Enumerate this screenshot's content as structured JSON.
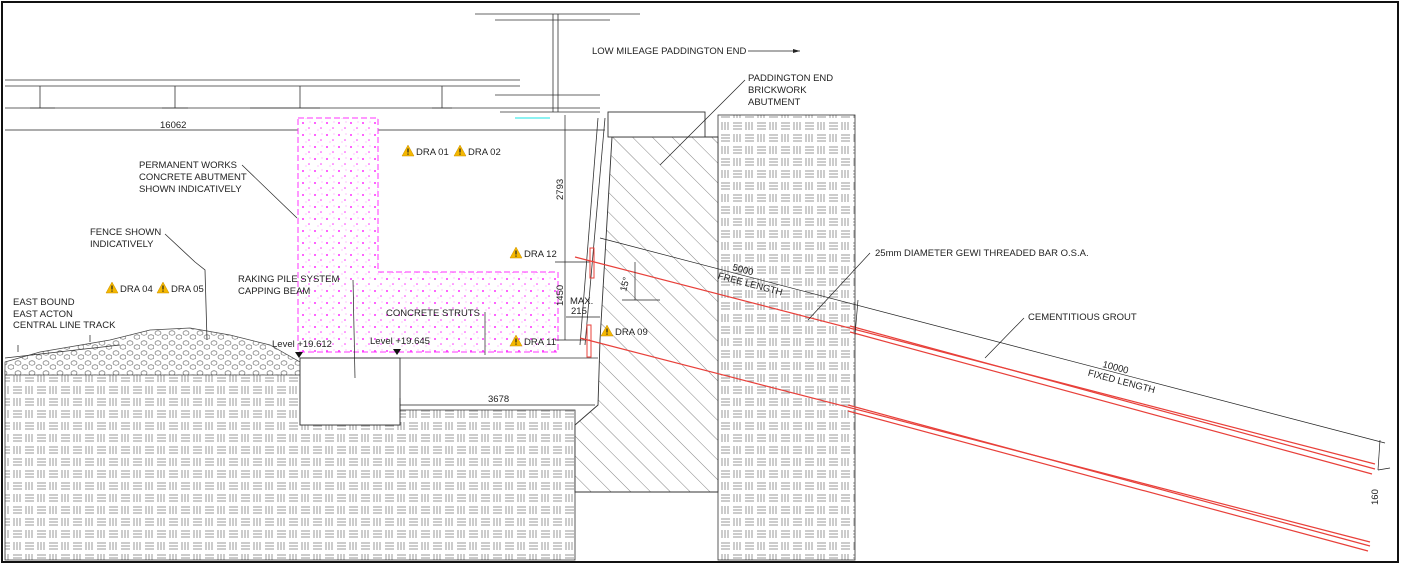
{
  "title_direction": "LOW MILEAGE PADDINGTON END",
  "labels": {
    "abutment": [
      "PADDINGTON END",
      "BRICKWORK",
      "ABUTMENT"
    ],
    "permanent_works": [
      "PERMANENT WORKS",
      "CONCRETE ABUTMENT",
      "SHOWN INDICATIVELY"
    ],
    "fence": [
      "FENCE SHOWN",
      "INDICATIVELY"
    ],
    "track": [
      "EAST BOUND",
      "EAST ACTON",
      "CENTRAL LINE TRACK"
    ],
    "raking_pile": [
      "RAKING PILE SYSTEM",
      "CAPPING BEAM"
    ],
    "concrete_struts": "CONCRETE STRUTS",
    "gewi_bar": "25mm DIAMETER GEWI THREADED BAR O.S.A.",
    "grout": "CEMENTITIOUS GROUT",
    "free_length": "FREE LENGTH",
    "fixed_length": "FIXED LENGTH"
  },
  "dimensions": {
    "span": "16062",
    "height_upper": "2793",
    "height_lower": "1450",
    "max_label": "MAX.",
    "max_value": "215",
    "beam_width": "3678",
    "free_length": "5000",
    "fixed_length": "10000",
    "bar_spacing": "160",
    "angle": "15°"
  },
  "levels": [
    "Level +19.612",
    "Level +19.645"
  ],
  "hazards": [
    "DRA 01",
    "DRA 02",
    "DRA 04",
    "DRA 05",
    "DRA 12",
    "DRA 11",
    "DRA 09"
  ],
  "colors": {
    "anchor": "#e8403a",
    "concrete": "#ff33ff",
    "hazard": "#f5b800"
  }
}
